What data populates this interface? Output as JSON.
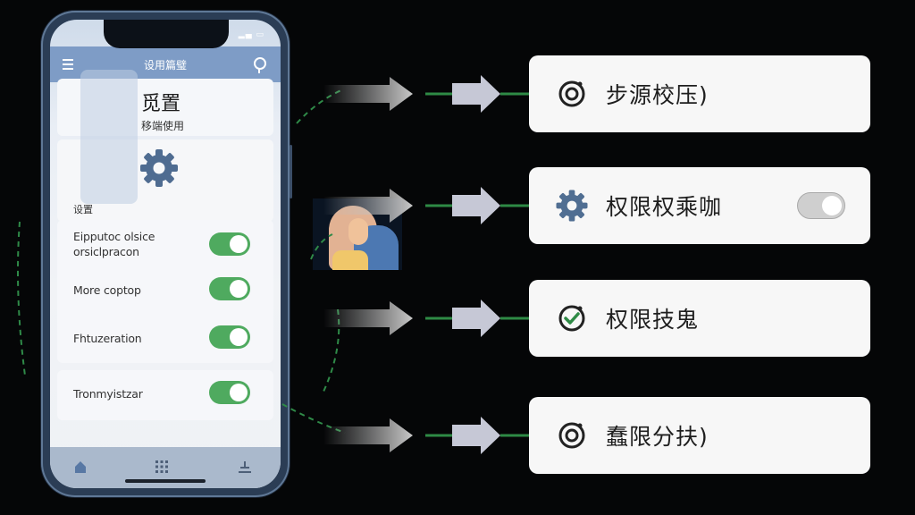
{
  "phone": {
    "app_title": "设用篇璧",
    "header_title": "觅置",
    "header_subtitle": "移端使用",
    "section_label": "设置",
    "settings": [
      {
        "label_line1": "Eipputoc olsice",
        "label_line2": "orsiclpracon",
        "enabled": true
      },
      {
        "label_line1": "More coptop",
        "label_line2": "",
        "enabled": true
      },
      {
        "label_line1": "Fhtuzeration",
        "label_line2": "",
        "enabled": true
      },
      {
        "label_line1": "Tronmyistzar",
        "label_line2": "",
        "enabled": true
      }
    ],
    "icons": {
      "menu": "menu-icon",
      "pin": "location-icon",
      "settings": "gear-icon",
      "tabs": [
        "home-icon",
        "grid-icon",
        "sort-icon"
      ]
    }
  },
  "cards": [
    {
      "label": "步源校压)",
      "icon": "target-icon",
      "toggle": false
    },
    {
      "label": "权限权乘咖",
      "icon": "gear-icon",
      "toggle": true
    },
    {
      "label": "权限技鬼",
      "icon": "check-circle-icon",
      "toggle": false
    },
    {
      "label": "蠢限分扶)",
      "icon": "target-icon",
      "toggle": false
    }
  ],
  "colors": {
    "background": "#050607",
    "app_bar": "#7e9cc6",
    "toggle_on": "#4faa5f",
    "connector_green": "#2e8a45",
    "gear_blue": "#506e92"
  }
}
